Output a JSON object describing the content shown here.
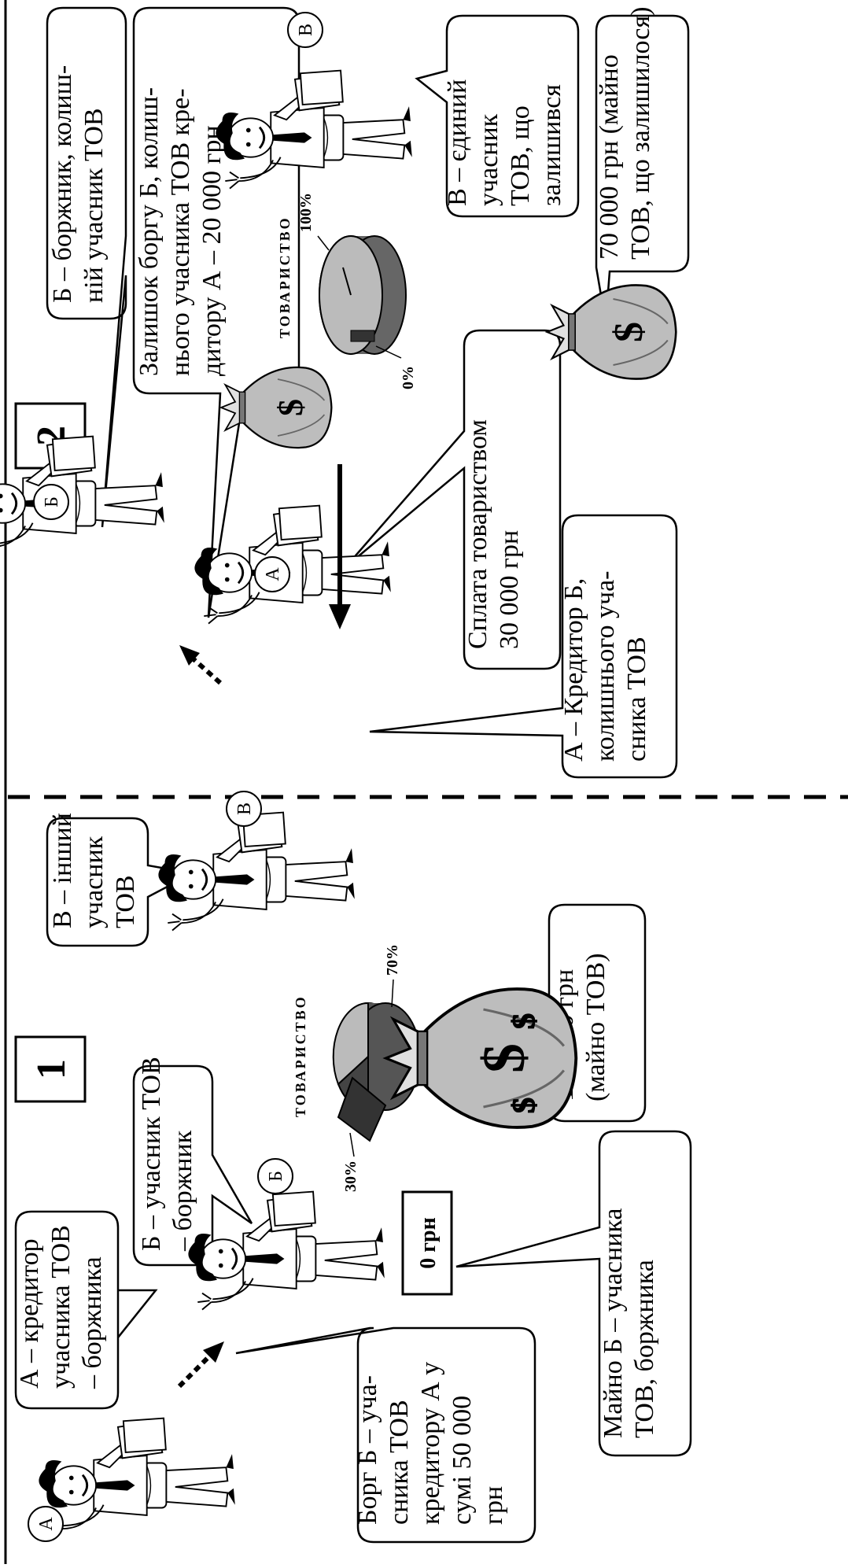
{
  "panels": [
    {
      "number": "1",
      "bubbles": {
        "a_creditor": [
          "А – кредитор",
          "учасника ТОВ",
          "– боржника"
        ],
        "b_member": [
          "Б – учасник ТОВ",
          "– боржник"
        ],
        "v_other": [
          "В – інший",
          "учасник",
          "ТОВ"
        ],
        "debt": [
          "Борг Б – уча-",
          "сника ТОВ",
          "кредитору А у",
          "сумі 50 000",
          "грн"
        ],
        "property_total": [
          "100 000 грн",
          "(майно ТОВ)"
        ],
        "property_b": [
          "Майно Б – учасника",
          "ТОВ, боржника"
        ]
      },
      "zero_box": "0 грн",
      "persons": {
        "a": "А",
        "b": "Б",
        "v": "В"
      },
      "company_label": "ТОВАРИСТВО",
      "pie": {
        "small": "30%",
        "large": "70%"
      }
    },
    {
      "number": "2",
      "bubbles": {
        "b_debtor": [
          "Б – боржник, колиш-",
          "ній учасник ТОВ"
        ],
        "remaining_debt": [
          "Залишок боргу Б, колиш-",
          "нього учасника ТОВ кре-",
          "дитору А – 20 000 грн"
        ],
        "v_only": [
          "В – єдиний",
          "учасник",
          "ТОВ, що",
          "залишився"
        ],
        "payment": [
          "Сплата товариством",
          "30 000 грн"
        ],
        "a_creditor": [
          "А – Кредитор Б,",
          "колишнього уча-",
          "сника ТОВ"
        ],
        "remaining_property": [
          "70 000 грн (майно",
          "ТОВ, що залишилося)"
        ]
      },
      "persons": {
        "a": "А",
        "b": "Б",
        "v": "В"
      },
      "company_label": "ТОВАРИСТВО",
      "pie": {
        "small": "0%",
        "large": "100%"
      }
    }
  ],
  "money_symbol": "$"
}
